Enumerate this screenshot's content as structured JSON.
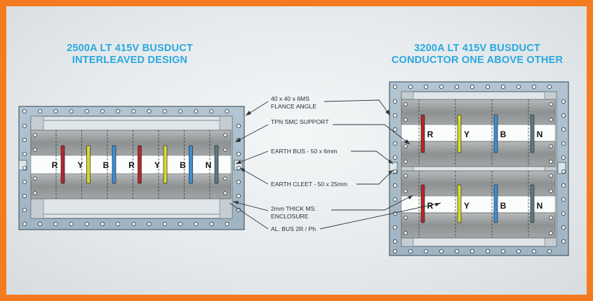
{
  "colors": {
    "border": "#f47b20",
    "title": "#2aa8e0",
    "enclosure_frame": "#a9bdcc",
    "enclosure_inner": "#dde3e6",
    "support_block": "#9a9c9d",
    "conductor_R": "#b5262b",
    "conductor_Y": "#d6db2b",
    "conductor_B": "#3a8fd8",
    "conductor_N": "#5d7a82"
  },
  "left_panel": {
    "title_line1": "2500A LT 415V BUSDUCT",
    "title_line2": "INTERLEAVED DESIGN",
    "phases": [
      "R",
      "Y",
      "B",
      "R",
      "Y",
      "B",
      "N"
    ]
  },
  "right_panel": {
    "title_line1": "3200A LT 415V BUSDUCT",
    "title_line2": "CONDUCTOR ONE ABOVE OTHER",
    "phases_upper": [
      "R",
      "Y",
      "B",
      "N"
    ],
    "phases_lower": [
      "R",
      "Y",
      "B",
      "N"
    ]
  },
  "annotations": [
    {
      "key": "flange",
      "line1": "40 x 40 x 6MS",
      "line2": "FLANCE ANGLE"
    },
    {
      "key": "smc",
      "line1": "TPN SMC SUPPORT",
      "line2": ""
    },
    {
      "key": "earth_bus",
      "line1": "EARTH BUS - 50 x 6mm",
      "line2": ""
    },
    {
      "key": "earth_cleet",
      "line1": "EARTH CLEET - 50 x 25mm",
      "line2": ""
    },
    {
      "key": "enclosure",
      "line1": "2mm THICK MS.",
      "line2": "ENCLOSURE"
    },
    {
      "key": "al_bus",
      "line1": "AL. BUS 2R / Ph",
      "line2": ""
    }
  ]
}
